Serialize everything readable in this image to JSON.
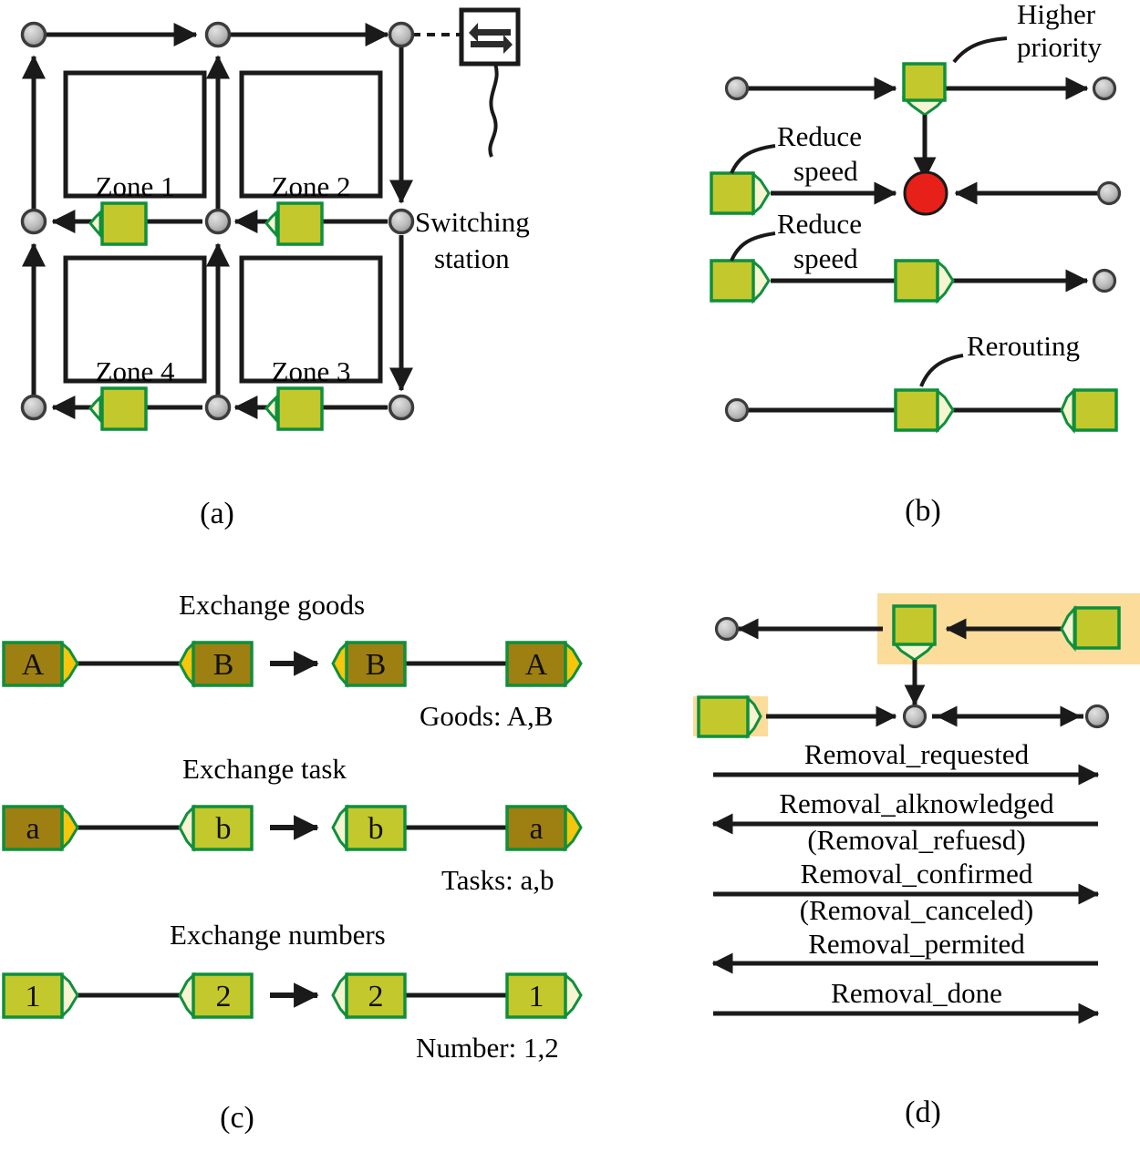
{
  "figure": {
    "title": "AGV traffic control and negotiation schemes",
    "colors": {
      "agv_body_green": "#c3c82c",
      "agv_body_gold": "#9e7f12",
      "agv_notch_cream": "#f7f4d2",
      "agv_notch_gold": "#f5c60b",
      "agv_border_green": "#0f8f3c",
      "node_gray": "#a8a8a8",
      "conflict_red": "#e8201a",
      "highlight_orange": "#fbdc9a",
      "line_black": "#1a1a1a"
    }
  },
  "panel_a": {
    "caption": "(a)",
    "zones": [
      {
        "id": "zone1",
        "label": "Zone 1"
      },
      {
        "id": "zone2",
        "label": "Zone 2"
      },
      {
        "id": "zone3",
        "label": "Zone 3"
      },
      {
        "id": "zone4",
        "label": "Zone 4"
      }
    ],
    "annotation": {
      "label_line1": "Switching",
      "label_line2": "station",
      "icon": "switching-station-icon"
    },
    "node_count": 9,
    "agv_count": 4
  },
  "panel_b": {
    "caption": "(b)",
    "annotations": [
      {
        "id": "higher-priority",
        "line1": "Higher",
        "line2": "priority"
      },
      {
        "id": "reduce-speed-1",
        "line1": "Reduce",
        "line2": "speed"
      },
      {
        "id": "reduce-speed-2",
        "line1": "Reduce",
        "line2": "speed"
      },
      {
        "id": "rerouting",
        "line1": "Rerouting",
        "line2": ""
      }
    ],
    "conflict_node": "conflict-point",
    "rows": [
      {
        "id": "row-priority",
        "desc": "AGV with higher priority crosses intersection"
      },
      {
        "id": "row-conflict",
        "desc": "Conflicting AGVs converge on red conflict node"
      },
      {
        "id": "row-reduce",
        "desc": "Two AGVs on same lane reduce speed"
      },
      {
        "id": "row-reroute",
        "desc": "AGV reroutes around a blocking AGV"
      }
    ]
  },
  "panel_c": {
    "caption": "(c)",
    "rows": [
      {
        "id": "exchange-goods",
        "title": "Exchange goods",
        "left_before": "A",
        "right_before": "B",
        "left_after": "B",
        "right_after": "A",
        "result": "Goods: A,B",
        "style": "gold"
      },
      {
        "id": "exchange-task",
        "title": "Exchange task",
        "left_before": "a",
        "right_before": "b",
        "left_after": "b",
        "right_after": "a",
        "result": "Tasks: a,b",
        "style": "mixed"
      },
      {
        "id": "exchange-numbers",
        "title": "Exchange numbers",
        "left_before": "1",
        "right_before": "2",
        "left_after": "2",
        "right_after": "1",
        "result": "Number: 1,2",
        "style": "green"
      }
    ]
  },
  "panel_d": {
    "caption": "(d)",
    "messages": [
      {
        "id": "msg-removal-requested",
        "text": "Removal_requested",
        "direction": "right"
      },
      {
        "id": "msg-removal-alknowledged",
        "text": "Removal_alknowledged",
        "direction": "left"
      },
      {
        "id": "msg-removal-refuesd",
        "text": "(Removal_refuesd)",
        "direction": "none"
      },
      {
        "id": "msg-removal-confirmed",
        "text": "Removal_confirmed",
        "direction": "right"
      },
      {
        "id": "msg-removal-canceled",
        "text": "(Removal_canceled)",
        "direction": "none"
      },
      {
        "id": "msg-removal-permited",
        "text": "Removal_permited",
        "direction": "left"
      },
      {
        "id": "msg-removal-done",
        "text": "Removal_done",
        "direction": "right"
      }
    ],
    "highlight_count": 2
  }
}
